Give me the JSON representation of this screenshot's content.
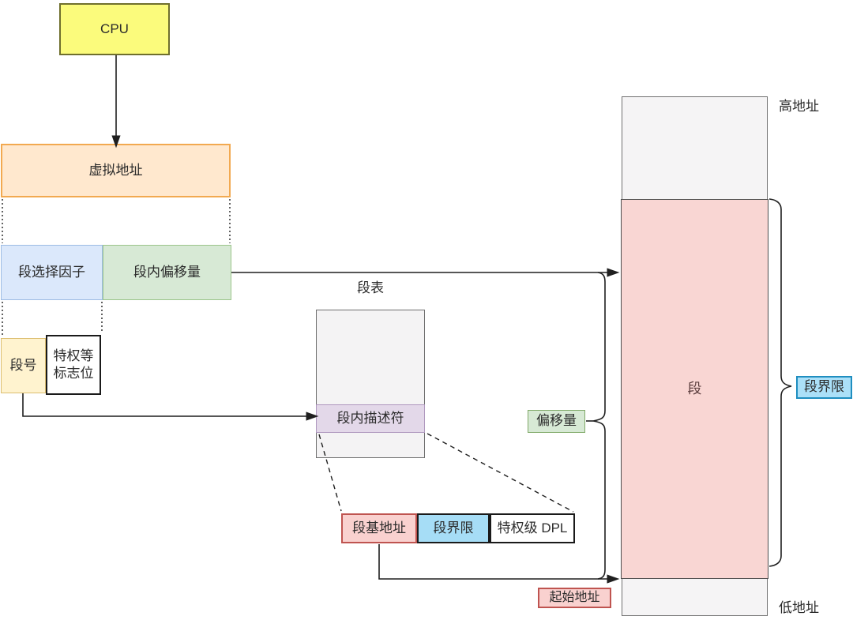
{
  "diagram": {
    "cpu": {
      "label": "CPU"
    },
    "virtual_address": {
      "label": "虚拟地址"
    },
    "segment_selector": {
      "label": "段选择因子"
    },
    "segment_offset": {
      "label": "段内偏移量"
    },
    "segment_number": {
      "label": "段号"
    },
    "privilege_flags": {
      "line1": "特权等",
      "line2": "标志位"
    },
    "segment_table": {
      "title": "段表",
      "descriptor_label": "段内描述符"
    },
    "descriptor_fields": {
      "base_address": "段基地址",
      "limit": "段界限",
      "dpl": "特权级 DPL"
    },
    "memory": {
      "segment_label": "段",
      "high_address": "高地址",
      "low_address": "低地址",
      "offset_annotation": "偏移量",
      "limit_annotation": "段界限",
      "start_address_annotation": "起始地址"
    }
  },
  "colors": {
    "cpu_fill": "#FBFB7C",
    "virtual_address_fill": "#FFE8CE",
    "virtual_address_border": "#F2A950",
    "selector_fill": "#DBE8FB",
    "offset_fill": "#D7E9D5",
    "segment_number_fill": "#FFF3CF",
    "table_fill": "#F4F3F4",
    "descriptor_fill": "#E3D8E9",
    "base_address_fill": "#F9D1CF",
    "base_address_border": "#BF5450",
    "limit_fill": "#A6DDF6",
    "limit_label_border": "#1F8EC0",
    "segment_fill": "#F9D6D3",
    "memory_fill": "#F5F4F5",
    "line_color": "#1F1F1F"
  }
}
